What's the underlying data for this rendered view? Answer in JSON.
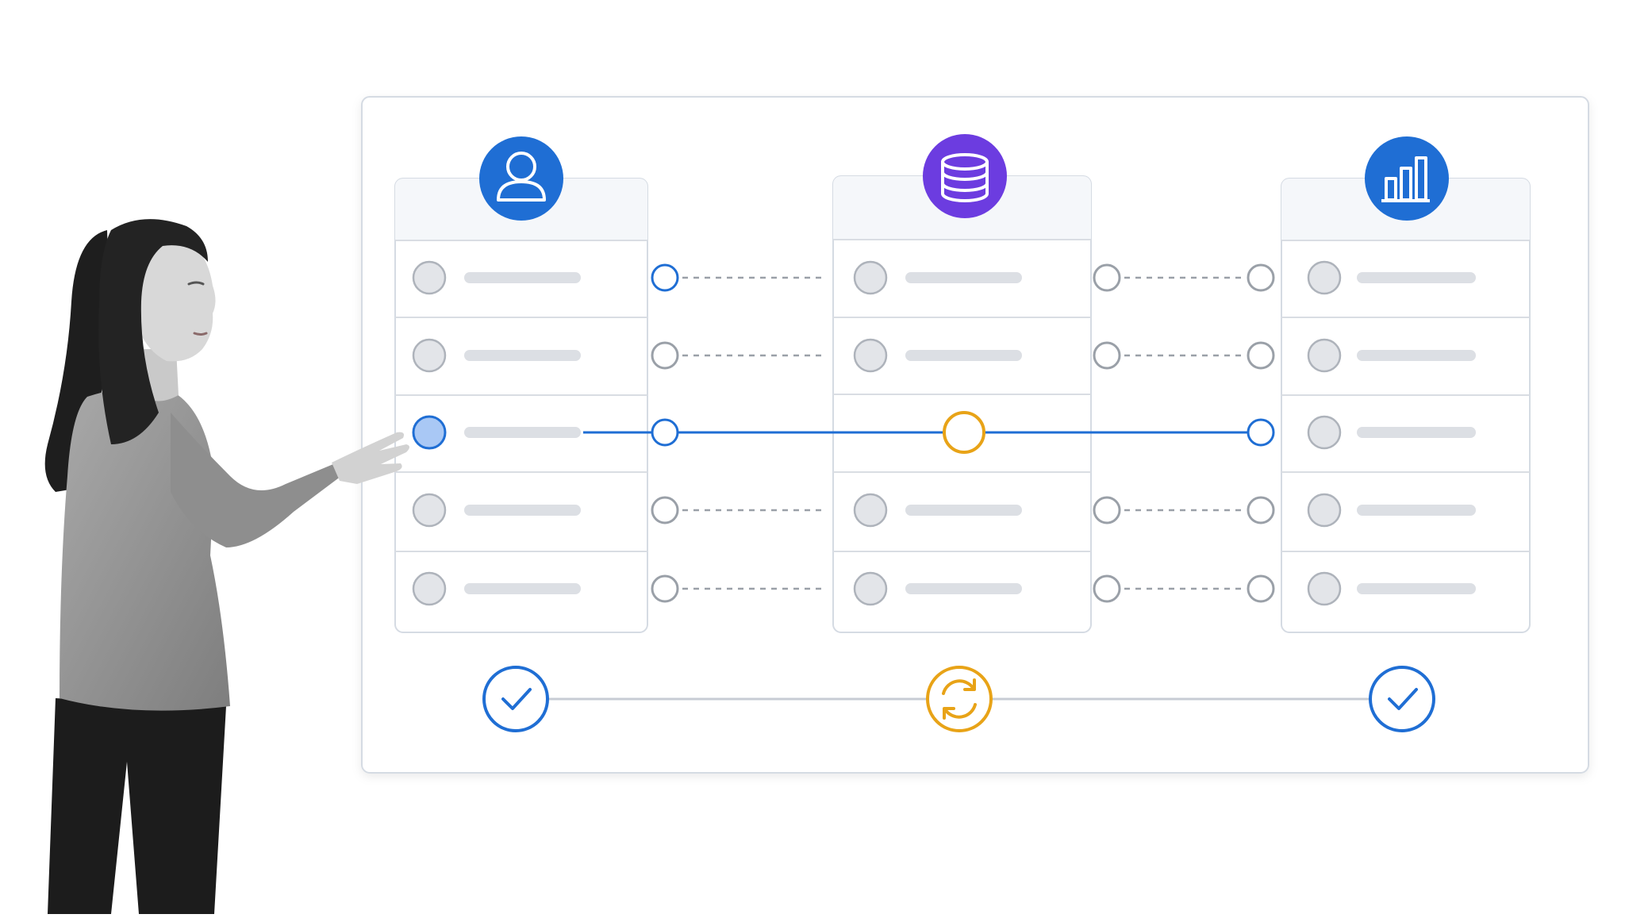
{
  "diagram": {
    "columns": [
      {
        "id": "users",
        "icon": "user-icon",
        "accent": "#1f6ed4"
      },
      {
        "id": "database",
        "icon": "database-icon",
        "accent": "#6c3ce0"
      },
      {
        "id": "analytics",
        "icon": "bar-chart-icon",
        "accent": "#1f6ed4"
      }
    ],
    "rows_per_column": 5,
    "active_row": 3,
    "sync_steps": [
      {
        "id": "step-1",
        "status": "done",
        "icon": "check-icon"
      },
      {
        "id": "step-2",
        "status": "syncing",
        "icon": "sync-icon"
      },
      {
        "id": "step-3",
        "status": "done",
        "icon": "check-icon"
      }
    ]
  },
  "colors": {
    "blue": "#1f6ed4",
    "purple": "#6c3ce0",
    "amber": "#e8a317",
    "gray_node": "#9aa0a8",
    "row_line": "#d9dde3",
    "panel_border": "#d5dbe3"
  }
}
